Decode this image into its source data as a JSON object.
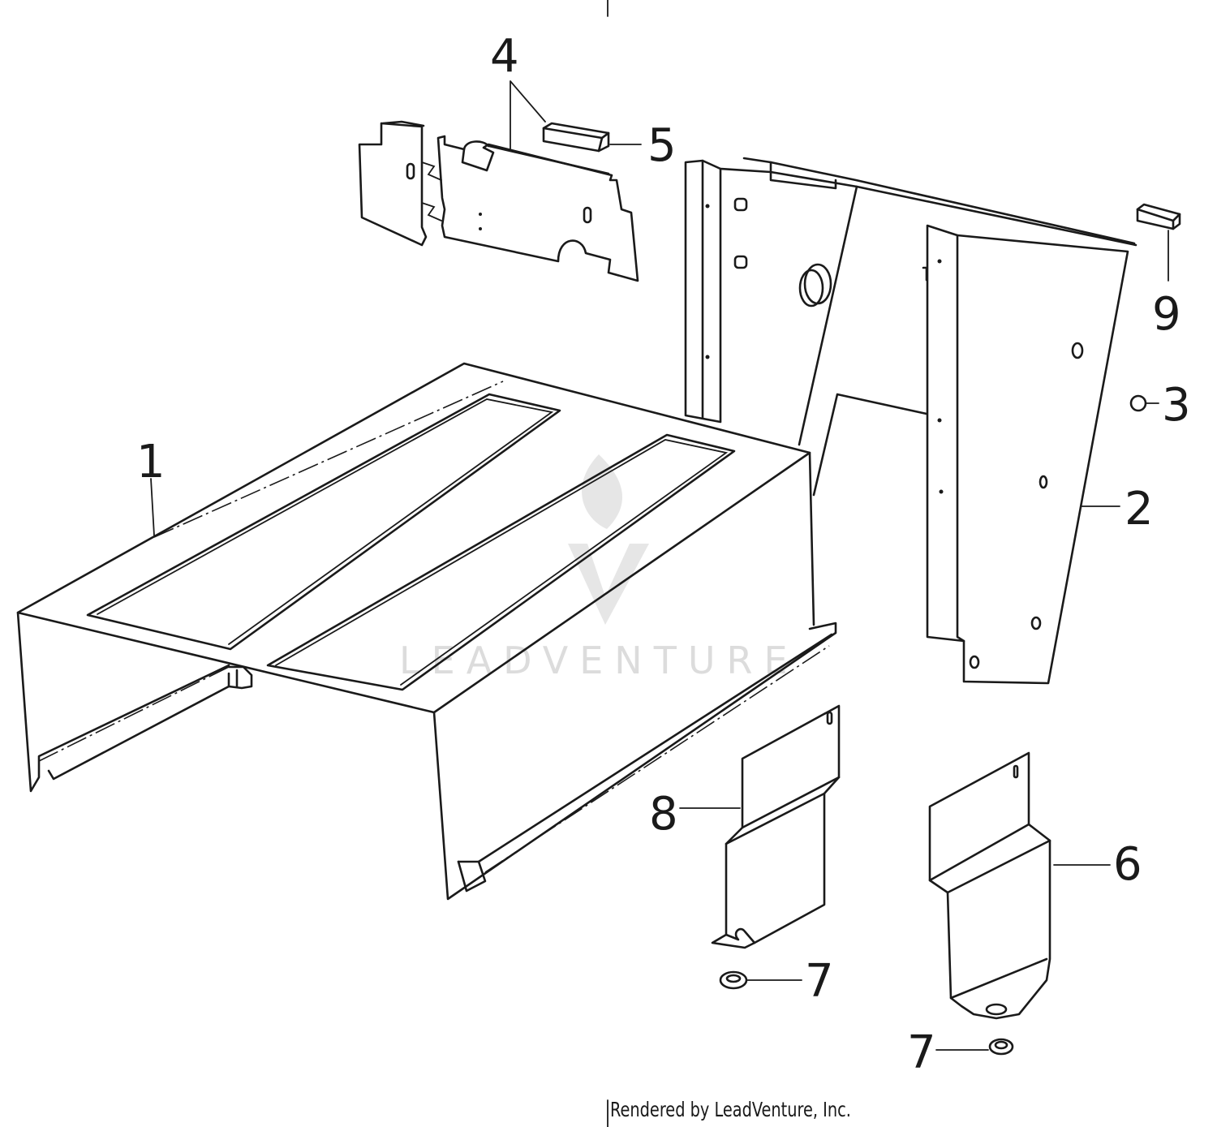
{
  "callouts": {
    "c1": "1",
    "c2": "2",
    "c3": "3",
    "c4": "4",
    "c5": "5",
    "c6": "6",
    "c7a": "7",
    "c7b": "7",
    "c8": "8",
    "c9": "9"
  },
  "watermark": {
    "text": "LEADVENTURE"
  },
  "footer": {
    "credit": "Rendered by LeadVenture, Inc."
  },
  "colors": {
    "ink": "#1a1a1a",
    "watermark": "#dcdcdc",
    "background": "#ffffff"
  }
}
